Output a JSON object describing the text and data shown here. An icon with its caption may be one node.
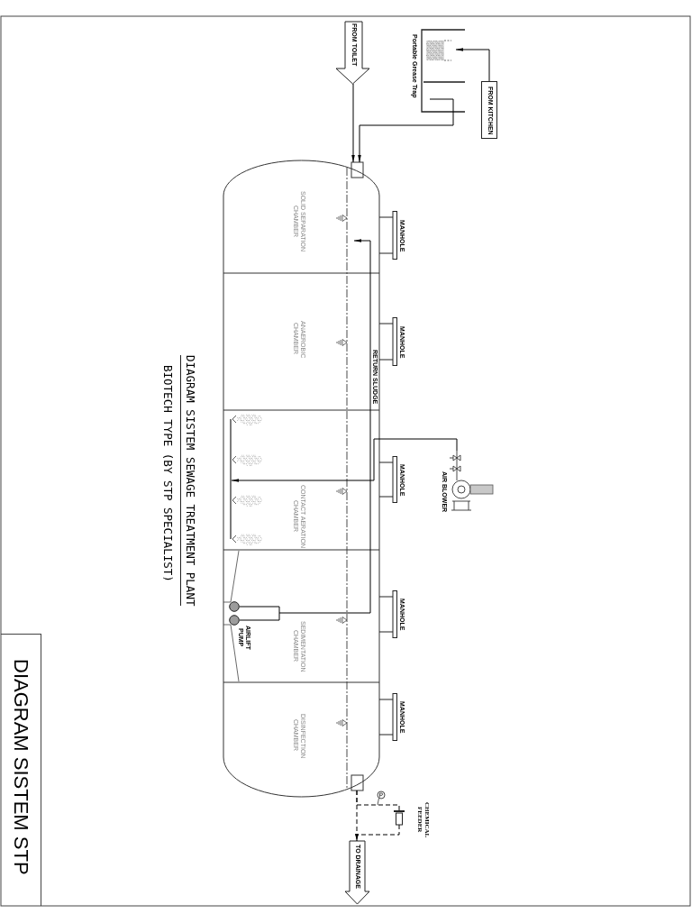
{
  "diagram": {
    "title": "DIAGRAM SISTEM STP",
    "nodes": [
      {
        "text": [
          "FROM TOILET"
        ]
      },
      {
        "text": [
          "Portable Grease Trap"
        ]
      },
      {
        "text": [
          "FROM KITCHEN"
        ]
      },
      {
        "text": [],
        "shape": "cylinder"
      },
      {
        "text": [
          "SOLID SEPARATION CHAMBER"
        ],
        "in": 3
      },
      {
        "text": [
          "ANAEROBIC CHAMBER"
        ],
        "in": 3
      },
      {
        "text": [
          "CONTACT AERATION CHAMBER"
        ],
        "in": 3
      },
      {
        "text": [
          "SEDIMENTATION CHAMBER"
        ],
        "in": 3
      },
      {
        "text": [
          "AIRLIFT PUMP"
        ],
        "in": 7
      },
      {
        "text": [
          "DISINFECTION CHAMBER"
        ],
        "in": 3
      },
      {
        "text": [
          "MANHOLE"
        ]
      },
      {
        "text": [
          "MANHOLE"
        ]
      },
      {
        "text": [
          "MANHOLE"
        ]
      },
      {
        "text": [
          "MANHOLE"
        ]
      },
      {
        "text": [
          "MANHOLE"
        ]
      },
      {
        "text": [
          "AIR BLOWER"
        ]
      },
      {
        "text": [
          "CHEMICAL FEEDER"
        ]
      },
      {
        "text": [
          "TO DRAINAGE"
        ]
      }
    ],
    "edges": [
      {
        "from": 0,
        "to": 4,
        "arrow": "to"
      },
      {
        "from": 2,
        "to": 1,
        "arrow": "to"
      },
      {
        "from": 1,
        "to": 4,
        "arrow": "to"
      },
      {
        "from": 15,
        "to": 6,
        "arrow": "to"
      },
      {
        "from": 8,
        "to": 4,
        "arrow": "to",
        "label": "RETURN SLUDGE"
      },
      {
        "from": 9,
        "to": 17,
        "arrow": "to",
        "style": "dashed"
      },
      {
        "from": 9,
        "to": 16,
        "arrow": "none",
        "style": "dashed"
      },
      {
        "from": 16,
        "to": 17,
        "arrow": "to",
        "style": "dashed"
      }
    ],
    "labels": [
      "DIAGRAM SISTEM SEWAGE TREATMENT PLANT",
      "BIOTECH TYPE (BY STP SPECIALIST)"
    ]
  }
}
